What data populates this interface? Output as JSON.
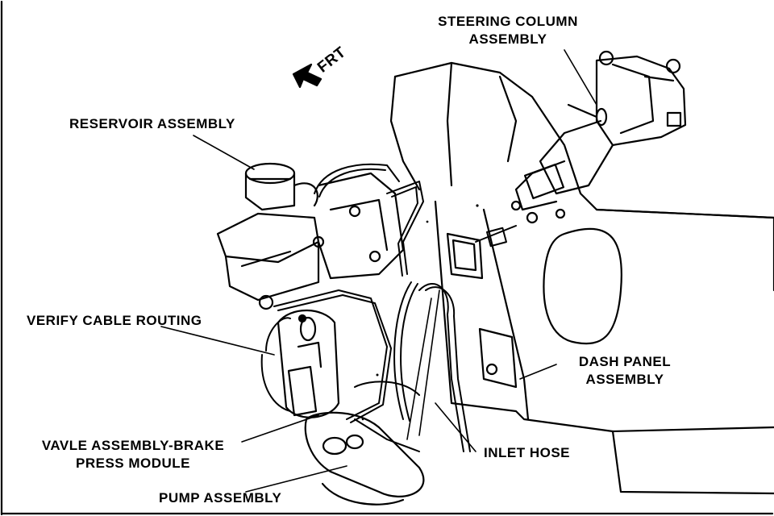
{
  "labels": {
    "frt": "FRT",
    "steering_column": [
      "STEERING COLUMN",
      "ASSEMBLY"
    ],
    "reservoir": "RESERVOIR ASSEMBLY",
    "verify_cable": "VERIFY CABLE ROUTING",
    "dash_panel": [
      "DASH PANEL",
      "ASSEMBLY"
    ],
    "valve_assembly": [
      "VAVLE ASSEMBLY-BRAKE",
      "PRESS MODULE"
    ],
    "inlet_hose": "INLET HOSE",
    "pump": "PUMP ASSEMBLY"
  },
  "colors": {
    "ink": "#000000",
    "paper": "#ffffff"
  }
}
